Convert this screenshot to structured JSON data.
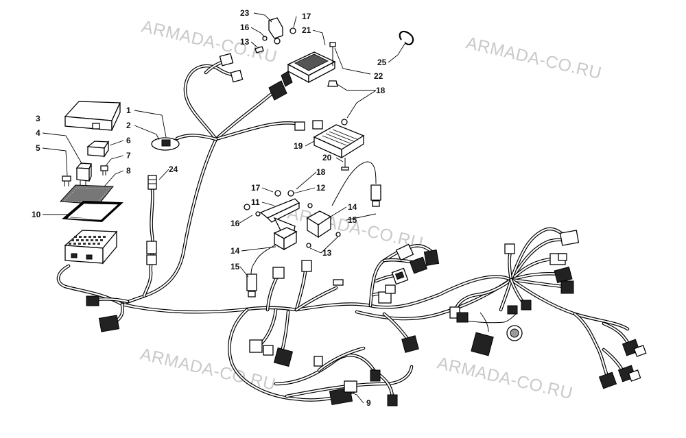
{
  "watermark": "ARMADA-CO.RU",
  "callouts": [
    {
      "id": "c23",
      "text": "23"
    },
    {
      "id": "c17a",
      "text": "17"
    },
    {
      "id": "c16a",
      "text": "16"
    },
    {
      "id": "c21",
      "text": "21"
    },
    {
      "id": "c13a",
      "text": "13"
    },
    {
      "id": "c25",
      "text": "25"
    },
    {
      "id": "c22",
      "text": "22"
    },
    {
      "id": "c18a",
      "text": "18"
    },
    {
      "id": "c1",
      "text": "1"
    },
    {
      "id": "c3",
      "text": "3"
    },
    {
      "id": "c2",
      "text": "2"
    },
    {
      "id": "c4",
      "text": "4"
    },
    {
      "id": "c6",
      "text": "6"
    },
    {
      "id": "c5",
      "text": "5"
    },
    {
      "id": "c7",
      "text": "7"
    },
    {
      "id": "c19",
      "text": "19"
    },
    {
      "id": "c20",
      "text": "20"
    },
    {
      "id": "c8",
      "text": "8"
    },
    {
      "id": "c24",
      "text": "24"
    },
    {
      "id": "c18b",
      "text": "18"
    },
    {
      "id": "c17b",
      "text": "17"
    },
    {
      "id": "c12",
      "text": "12"
    },
    {
      "id": "c11",
      "text": "11"
    },
    {
      "id": "c10",
      "text": "10"
    },
    {
      "id": "c14a",
      "text": "14"
    },
    {
      "id": "c16b",
      "text": "16"
    },
    {
      "id": "c15a",
      "text": "15"
    },
    {
      "id": "c14b",
      "text": "14"
    },
    {
      "id": "c13b",
      "text": "13"
    },
    {
      "id": "c15b",
      "text": "15"
    },
    {
      "id": "c9",
      "text": "9"
    }
  ]
}
